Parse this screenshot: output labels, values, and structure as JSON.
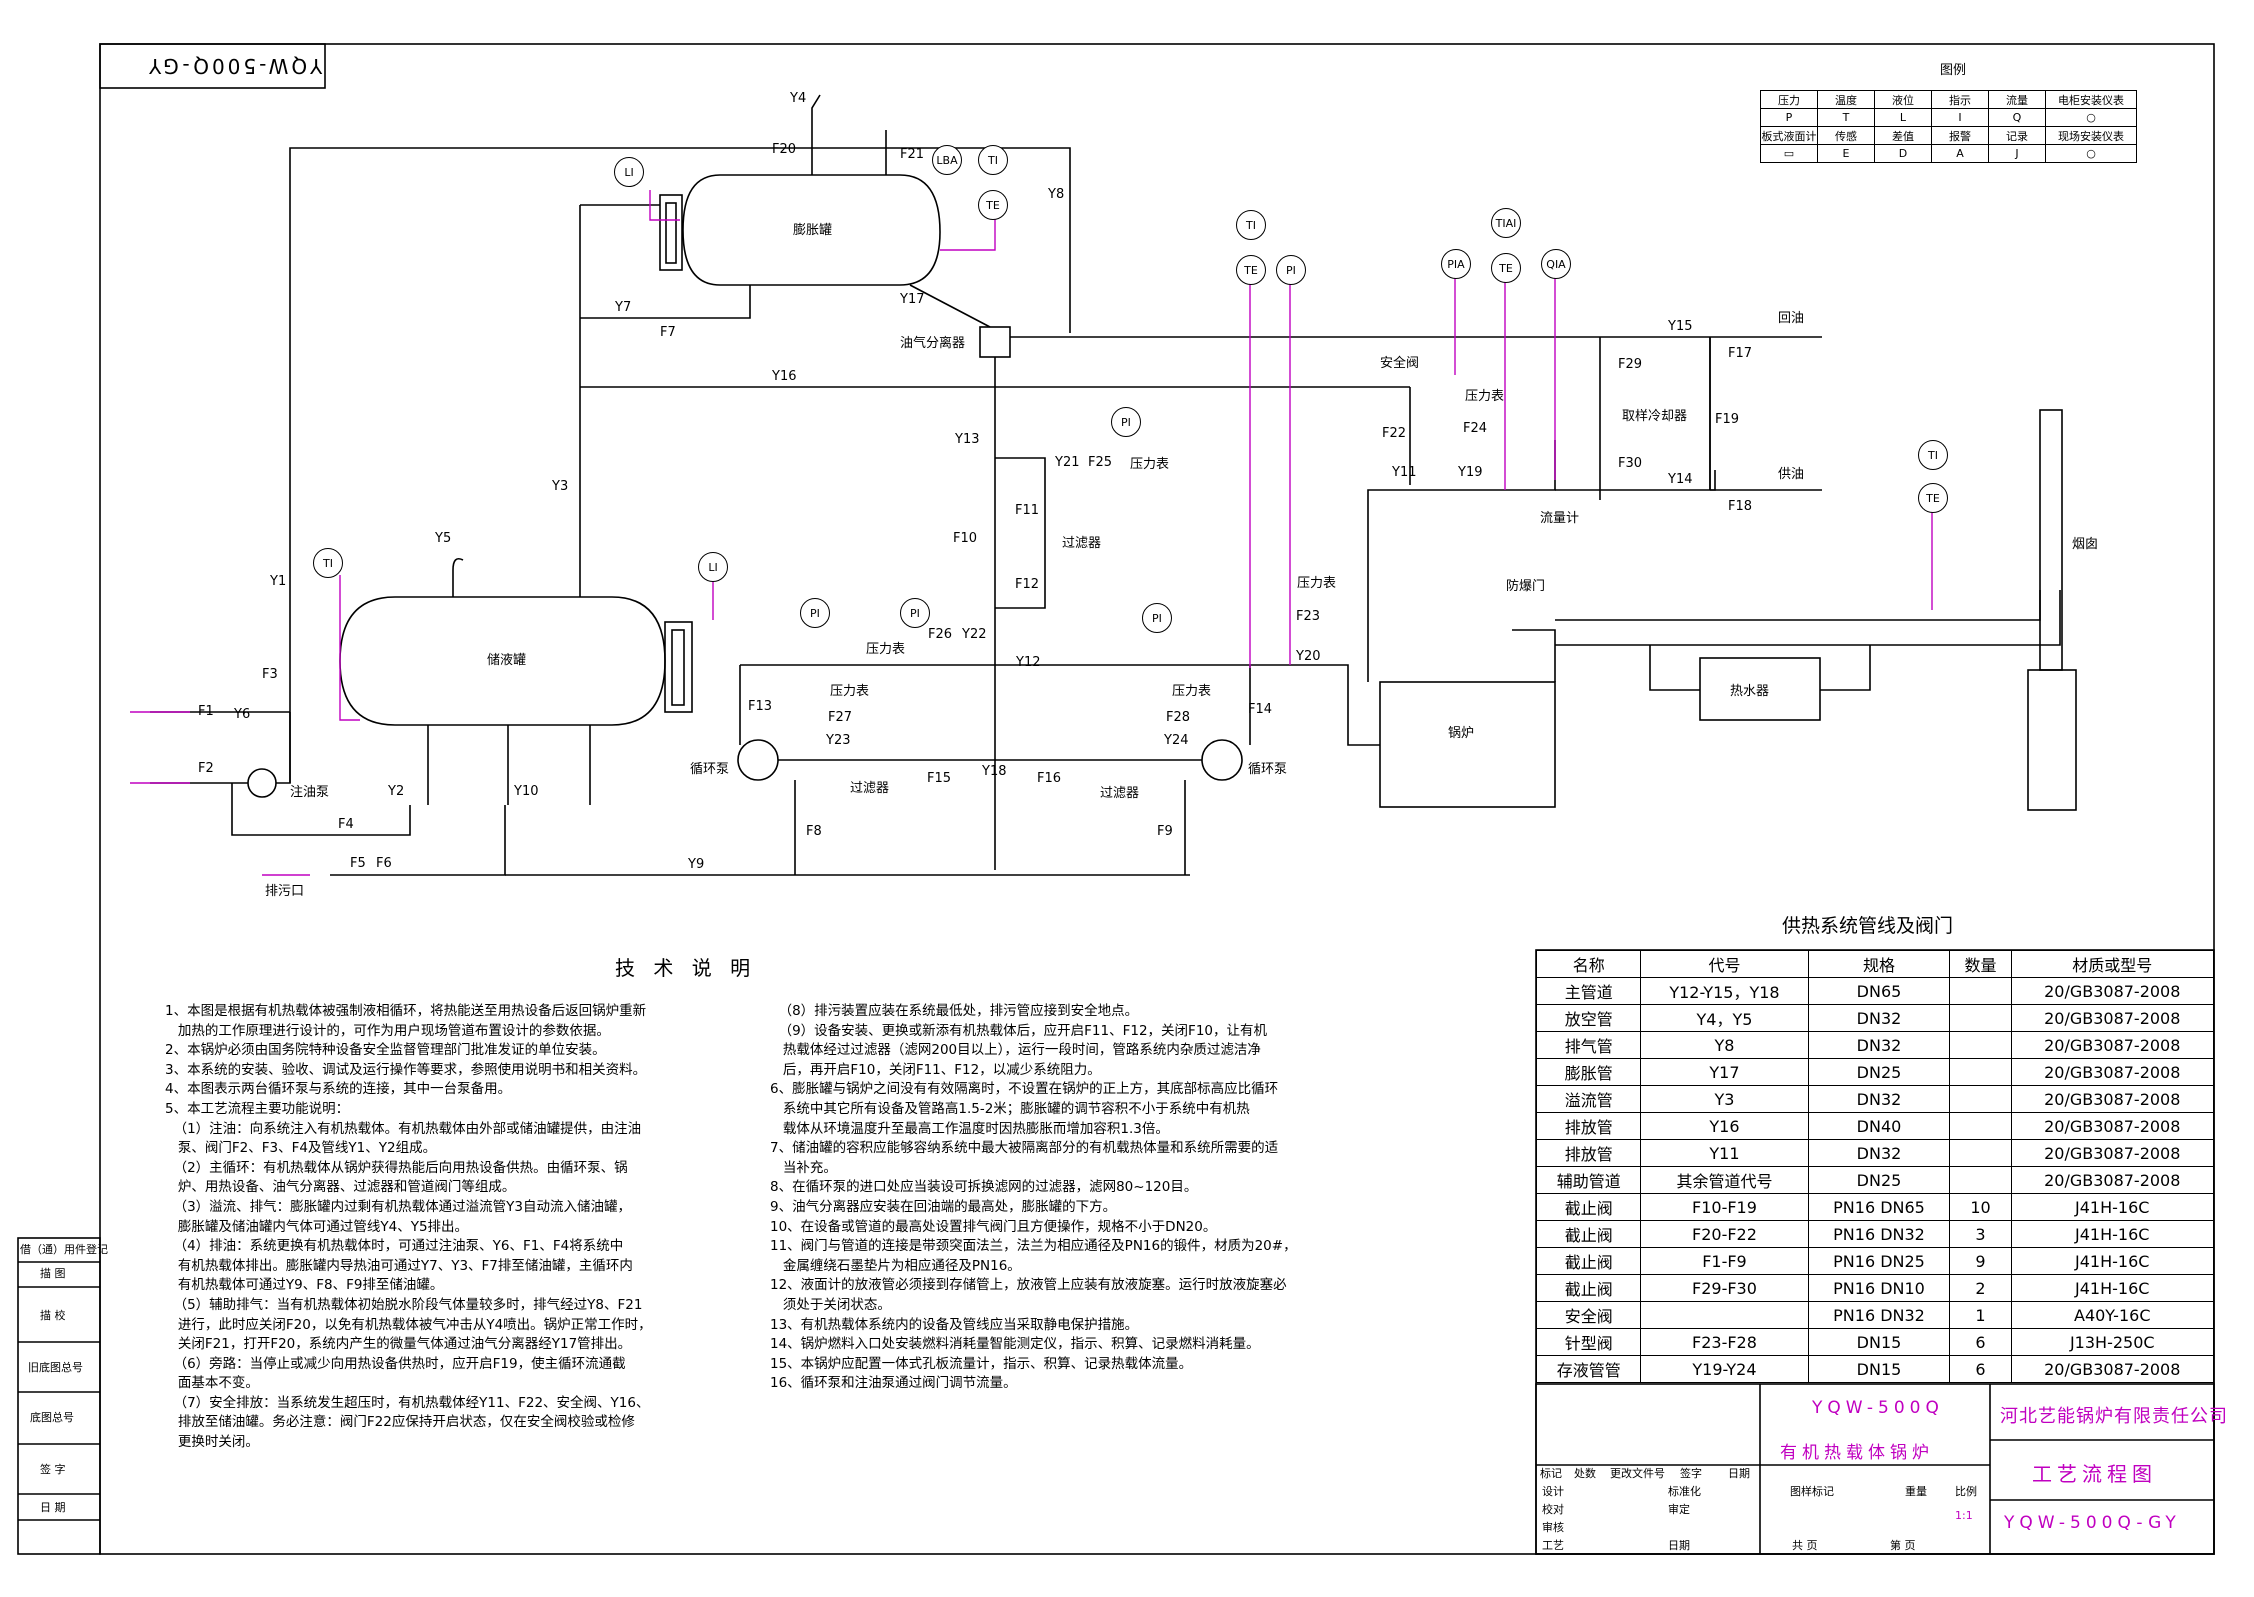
{
  "drawing": {
    "code_rotated": "YQW-500Q-GY"
  },
  "diagram_labels": {
    "expansion_tank": "膨胀罐",
    "storage_tank": "储液罐",
    "oil_gas_separator": "油气分离器",
    "safety_valve": "安全阀",
    "pressure_gauge": "压力表",
    "sampling_cooler": "取样冷却器",
    "flow_meter": "流量计",
    "filter": "过滤器",
    "circulation_pump": "循环泵",
    "fill_pump": "注油泵",
    "drain_outlet": "排污口",
    "boiler": "锅炉",
    "explosion_door": "防爆门",
    "heat_exchanger": "热水器",
    "chimney": "烟囱",
    "return_oil": "回油",
    "supply_oil": "供油"
  },
  "instrument_tags": {
    "LI": "LI",
    "LBA": "LBA",
    "TI": "TI",
    "TE": "TE",
    "PI": "PI",
    "PIA": "PIA",
    "TIAI": "TIAI",
    "QIA": "QIA"
  },
  "line_tags": {
    "Y1": "Y1",
    "Y2": "Y2",
    "Y3": "Y3",
    "Y4": "Y4",
    "Y5": "Y5",
    "Y6": "Y6",
    "Y7": "Y7",
    "Y8": "Y8",
    "Y9": "Y9",
    "Y10": "Y10",
    "Y11": "Y11",
    "Y12": "Y12",
    "Y13": "Y13",
    "Y14": "Y14",
    "Y15": "Y15",
    "Y16": "Y16",
    "Y17": "Y17",
    "Y18": "Y18",
    "Y19": "Y19",
    "Y20": "Y20",
    "Y21": "Y21",
    "Y22": "Y22",
    "Y23": "Y23",
    "Y24": "Y24"
  },
  "valve_tags": {
    "F1": "F1",
    "F2": "F2",
    "F3": "F3",
    "F4": "F4",
    "F5": "F5",
    "F6": "F6",
    "F7": "F7",
    "F8": "F8",
    "F9": "F9",
    "F10": "F10",
    "F11": "F11",
    "F12": "F12",
    "F13": "F13",
    "F14": "F14",
    "F15": "F15",
    "F16": "F16",
    "F17": "F17",
    "F18": "F18",
    "F19": "F19",
    "F20": "F20",
    "F21": "F21",
    "F22": "F22",
    "F23": "F23",
    "F24": "F24",
    "F25": "F25",
    "F26": "F26",
    "F27": "F27",
    "F28": "F28",
    "F29": "F29",
    "F30": "F30"
  },
  "legend": {
    "title": "图例",
    "row1": [
      "压力",
      "温度",
      "液位",
      "指示",
      "流量",
      "电柜安装仪表"
    ],
    "row2": [
      "P",
      "T",
      "L",
      "I",
      "Q",
      ""
    ],
    "row3": [
      "板式液面计",
      "传感",
      "差值",
      "报警",
      "记录",
      "现场安装仪表"
    ],
    "row4": [
      "",
      "E",
      "D",
      "A",
      "J",
      ""
    ]
  },
  "notes": {
    "title": "技   术   说   明",
    "col1": [
      "1、本图是根据有机热载体被强制液相循环，将热能送至用热设备后返回锅炉重新",
      "   加热的工作原理进行设计的，可作为用户现场管道布置设计的参数依据。",
      "2、本锅炉必须由国务院特种设备安全监督管理部门批准发证的单位安装。",
      "3、本系统的安装、验收、调试及运行操作等要求，参照使用说明书和相关资料。",
      "4、本图表示两台循环泵与系统的连接，其中一台泵备用。",
      "5、本工艺流程主要功能说明：",
      "  （1）注油：向系统注入有机热载体。有机热载体由外部或储油罐提供，由注油",
      "   泵、阀门F2、F3、F4及管线Y1、Y2组成。",
      "  （2）主循环：有机热载体从锅炉获得热能后向用热设备供热。由循环泵、锅",
      "   炉、用热设备、油气分离器、过滤器和管道阀门等组成。",
      "  （3）溢流、排气：膨胀罐内过剩有机热载体通过溢流管Y3自动流入储油罐，",
      "   膨胀罐及储油罐内气体可通过管线Y4、Y5排出。",
      "  （4）排油：系统更换有机热载体时，可通过注油泵、Y6、F1、F4将系统中",
      "   有机热载体排出。膨胀罐内导热油可通过Y7、Y3、F7排至储油罐，主循环内",
      "   有机热载体可通过Y9、F8、F9排至储油罐。",
      "  （5）辅助排气：当有机热载体初始脱水阶段气体量较多时，排气经过Y8、F21",
      "   进行，此时应关闭F20，以免有机热载体被气冲击从Y4喷出。锅炉正常工作时，",
      "   关闭F21，打开F20，系统内产生的微量气体通过油气分离器经Y17管排出。",
      "  （6）旁路：当停止或减少向用热设备供热时，应开启F19，使主循环流通截",
      "   面基本不变。",
      "  （7）安全排放：当系统发生超压时，有机热载体经Y11、F22、安全阀、Y16、",
      "   排放至储油罐。务必注意：阀门F22应保持开启状态，仅在安全阀校验或检修",
      "   更换时关闭。"
    ],
    "col2": [
      "  （8）排污装置应装在系统最低处，排污管应接到安全地点。",
      "  （9）设备安装、更换或新添有机热载体后，应开启F11、F12，关闭F10，让有机",
      "   热载体经过过滤器（滤网200目以上），运行一段时间，管路系统内杂质过滤洁净",
      "   后，再开启F10，关闭F11、F12，以减少系统阻力。",
      "6、膨胀罐与锅炉之间没有有效隔离时，不设置在锅炉的正上方，其底部标高应比循环",
      "   系统中其它所有设备及管路高1.5-2米；膨胀罐的调节容积不小于系统中有机热",
      "   载体从环境温度升至最高工作温度时因热膨胀而增加容积1.3倍。",
      "7、储油罐的容积应能够容纳系统中最大被隔离部分的有机载热体量和系统所需要的适",
      "   当补充。",
      "8、在循环泵的进口处应当装设可拆换滤网的过滤器，滤网80~120目。",
      "9、油气分离器应安装在回油端的最高处，膨胀罐的下方。",
      "10、在设备或管道的最高处设置排气阀门且方便操作，规格不小于DN20。",
      "11、阀门与管道的连接是带颈突面法兰，法兰为相应通径及PN16的锻件，材质为20#，",
      "   金属缠绕石墨垫片为相应通径及PN16。",
      "12、液面计的放液管必须接到存储管上，放液管上应装有放液旋塞。运行时放液旋塞必",
      "   须处于关闭状态。",
      "13、有机热载体系统内的设备及管线应当采取静电保护措施。",
      "14、锅炉燃料入口处安装燃料消耗量智能测定仪，指示、积算、记录燃料消耗量。",
      "15、本锅炉应配置一体式孔板流量计，指示、积算、记录热载体流量。",
      "16、循环泵和注油泵通过阀门调节流量。"
    ]
  },
  "pipe_table": {
    "title": "供热系统管线及阀门",
    "headers": [
      "名称",
      "代号",
      "规格",
      "数量",
      "材质或型号"
    ],
    "rows": [
      [
        "主管道",
        "Y12-Y15，Y18",
        "DN65",
        "",
        "20/GB3087-2008"
      ],
      [
        "放空管",
        "Y4，Y5",
        "DN32",
        "",
        "20/GB3087-2008"
      ],
      [
        "排气管",
        "Y8",
        "DN32",
        "",
        "20/GB3087-2008"
      ],
      [
        "膨胀管",
        "Y17",
        "DN25",
        "",
        "20/GB3087-2008"
      ],
      [
        "溢流管",
        "Y3",
        "DN32",
        "",
        "20/GB3087-2008"
      ],
      [
        "排放管",
        "Y16",
        "DN40",
        "",
        "20/GB3087-2008"
      ],
      [
        "排放管",
        "Y11",
        "DN32",
        "",
        "20/GB3087-2008"
      ],
      [
        "辅助管道",
        "其余管道代号",
        "DN25",
        "",
        "20/GB3087-2008"
      ],
      [
        "截止阀",
        "F10-F19",
        "PN16  DN65",
        "10",
        "J41H-16C"
      ],
      [
        "截止阀",
        "F20-F22",
        "PN16  DN32",
        "3",
        "J41H-16C"
      ],
      [
        "截止阀",
        "F1-F9",
        "PN16  DN25",
        "9",
        "J41H-16C"
      ],
      [
        "截止阀",
        "F29-F30",
        "PN16  DN10",
        "2",
        "J41H-16C"
      ],
      [
        "安全阀",
        "",
        "PN16  DN32",
        "1",
        "A40Y-16C"
      ],
      [
        "针型阀",
        "F23-F28",
        "DN15",
        "6",
        "J13H-250C"
      ],
      [
        "存液管管",
        "Y19-Y24",
        "DN15",
        "6",
        "20/GB3087-2008"
      ]
    ]
  },
  "title_block": {
    "model": "YQW-500Q",
    "product": "有机热载体锅炉",
    "company": "河北艺能锅炉有限责任公司",
    "drawing_name": "工艺流程图",
    "drawing_no": "YQW-500Q-GY",
    "scale": "1:1",
    "rev_labels": [
      "标记",
      "处数",
      "更改文件号",
      "签字",
      "日期"
    ],
    "sign_labels": [
      "设计",
      "校对",
      "审核",
      "工艺"
    ],
    "std": "标准化",
    "approve": "审定",
    "date": "日期",
    "stage": "图样标记",
    "weight": "重量",
    "ratio": "比例",
    "sheets": "共    页",
    "sheet_no": "第    页"
  },
  "side_block": [
    "借（通）用件登记",
    "描  图",
    "描  校",
    "旧底图总号",
    "底图总号",
    "签  字",
    "日  期"
  ]
}
